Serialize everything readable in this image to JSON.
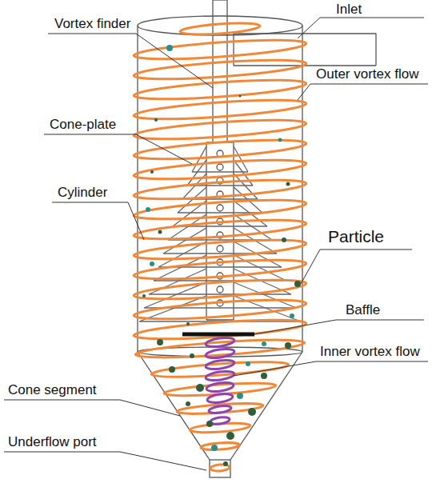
{
  "diagram": {
    "labels": [
      "Inlet",
      "Vortex finder",
      "Outer vortex flow",
      "Cone-plate",
      "Particle",
      "Cylinder",
      "Baffle",
      "Inner vortex flow",
      "Cone segment",
      "Underflow port"
    ]
  }
}
